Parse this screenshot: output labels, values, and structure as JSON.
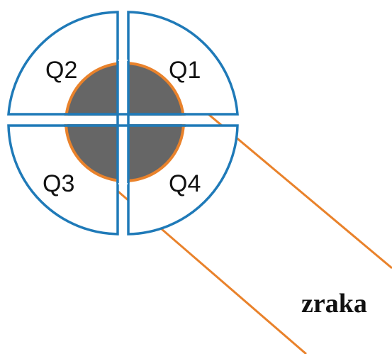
{
  "diagram": {
    "quadrants": [
      {
        "id": "q1",
        "label": "Q1"
      },
      {
        "id": "q2",
        "label": "Q2"
      },
      {
        "id": "q3",
        "label": "Q3"
      },
      {
        "id": "q4",
        "label": "Q4"
      }
    ],
    "ray_label": "zraka",
    "colors": {
      "quadrant_outline": "#1f7ab8",
      "spot_fill": "#666666",
      "spot_outline": "#e9822b",
      "ray": "#e9822b",
      "background": "#ffffff"
    }
  }
}
